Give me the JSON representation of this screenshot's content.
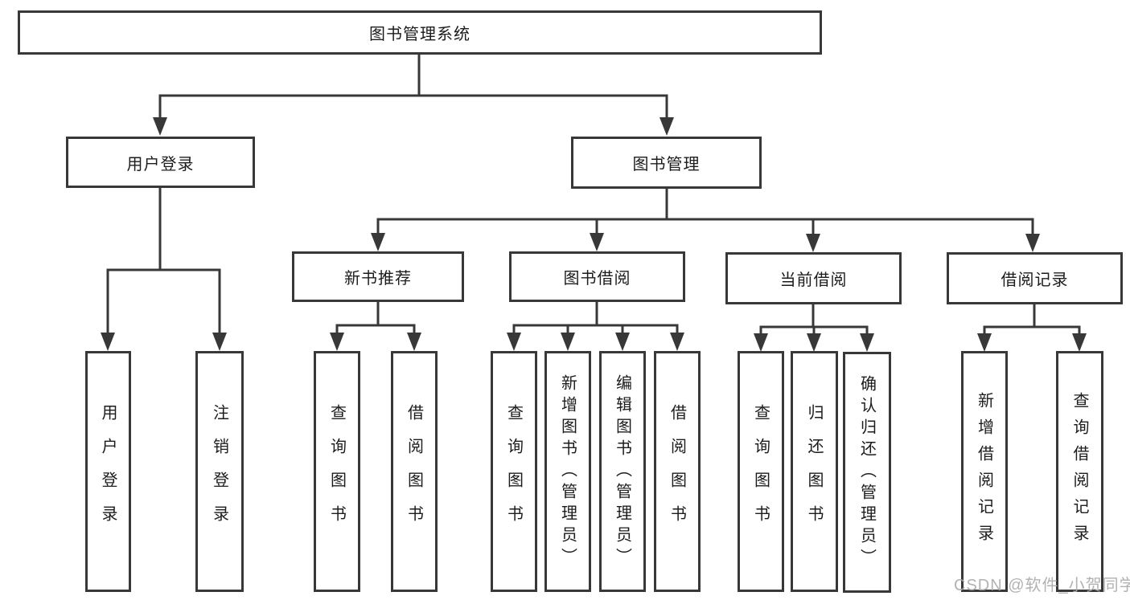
{
  "diagram_title": "图书管理系统",
  "root": {
    "label": "图书管理系统"
  },
  "branches": {
    "user": {
      "label": "用户登录",
      "children": [
        {
          "label": "用户登录"
        },
        {
          "label": "注销登录"
        }
      ]
    },
    "book": {
      "label": "图书管理",
      "children": [
        {
          "label": "新书推荐",
          "children": [
            {
              "label": "查询图书"
            },
            {
              "label": "借阅图书"
            }
          ]
        },
        {
          "label": "图书借阅",
          "children": [
            {
              "label": "查询图书"
            },
            {
              "label": "新增图书（管理员）"
            },
            {
              "label": "编辑图书（管理员）"
            },
            {
              "label": "借阅图书"
            }
          ]
        },
        {
          "label": "当前借阅",
          "children": [
            {
              "label": "查询图书"
            },
            {
              "label": "归还图书"
            },
            {
              "label": "确认归还（管理员）"
            }
          ]
        },
        {
          "label": "借阅记录",
          "children": [
            {
              "label": "新增借阅记录"
            },
            {
              "label": "查询借阅记录"
            }
          ]
        }
      ]
    }
  },
  "watermark": {
    "text": "CSDN @软件_小贺同学"
  },
  "colors": {
    "line": "#383838",
    "box_border": "#383838",
    "text": "#1c1c1c",
    "background": "#ffffff",
    "watermark": "#ababab"
  }
}
